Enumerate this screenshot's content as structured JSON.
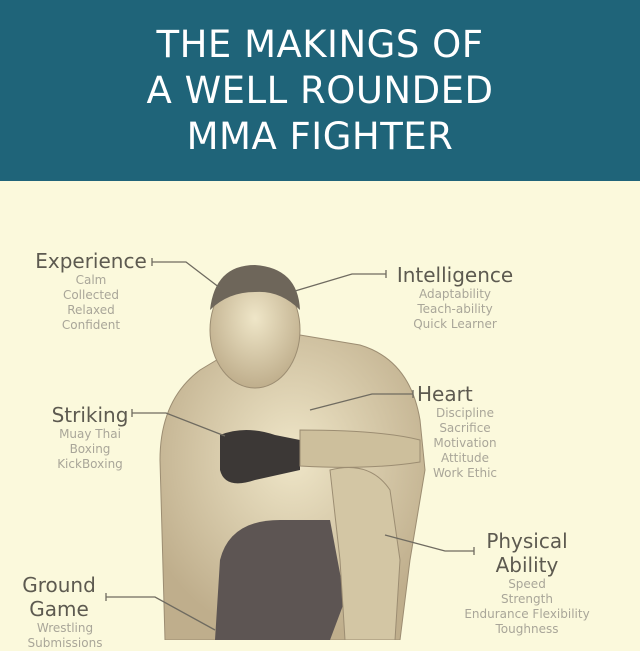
{
  "header": {
    "title_lines": [
      "THE MAKINGS OF",
      "A WELL ROUNDED",
      "MMA FIGHTER"
    ],
    "background": "#1f6479"
  },
  "labels": {
    "experience": {
      "heading": "Experience",
      "items": [
        "Calm",
        "Collected",
        "Relaxed",
        "Confident"
      ]
    },
    "intelligence": {
      "heading": "Intelligence",
      "items": [
        "Adaptability",
        "Teach-ability",
        "Quick Learner"
      ]
    },
    "striking": {
      "heading": "Striking",
      "items": [
        "Muay Thai",
        "Boxing",
        "KickBoxing"
      ]
    },
    "heart": {
      "heading": "Heart",
      "items": [
        "Discipline",
        "Sacrifice",
        "Motivation",
        "Attitude",
        "Work Ethic"
      ]
    },
    "physical": {
      "heading_lines": [
        "Physical",
        "Ability"
      ],
      "items": [
        "Speed",
        "Strength",
        "Endurance Flexibility",
        "Toughness"
      ]
    },
    "ground": {
      "heading_lines": [
        "Ground",
        "Game"
      ],
      "items": [
        "Wrestling",
        "Submissions"
      ]
    }
  }
}
